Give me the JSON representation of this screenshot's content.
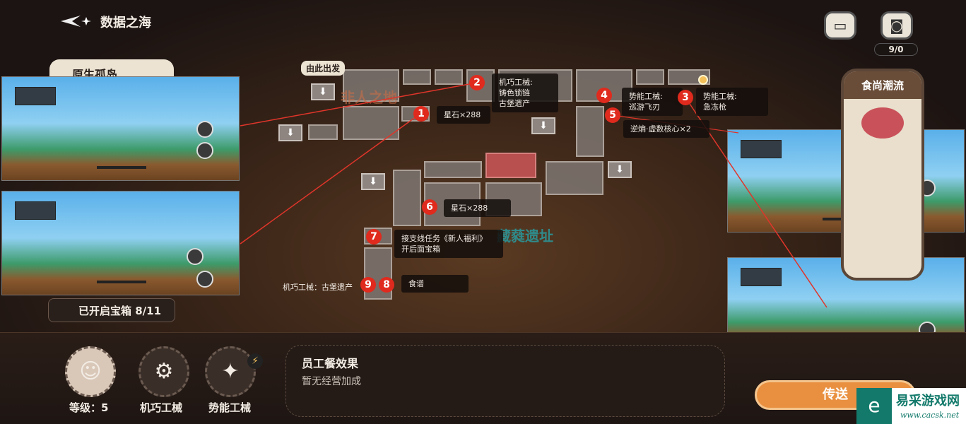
{
  "header": {
    "title": "数据之海"
  },
  "island": {
    "name": "原生孤岛"
  },
  "map": {
    "start_label": "由此出发",
    "areas": [
      "非人之地",
      "藏蕤遗址"
    ],
    "markers": [
      "1",
      "2",
      "3",
      "4",
      "5",
      "6",
      "7",
      "8",
      "9"
    ],
    "callouts": {
      "c1": "星石×288",
      "c2a": "机巧工械:",
      "c2b": "铸色锁链",
      "c2c": "古堡遗产",
      "c4a": "势能工械:",
      "c4b": "巡游飞刃",
      "c5": "逆熵·虚数核心×2",
      "c3a": "势能工械:",
      "c3b": "急冻枪",
      "c6": "星石×288",
      "c7a": "接支线任务《新人福利》",
      "c7b": "开后面宝箱",
      "c8": "食谱",
      "c9": "机巧工械：古堡遗产"
    }
  },
  "top_right": {
    "bag_count": "9/0"
  },
  "food_panel": {
    "title": "食尚潮流"
  },
  "chest_counter": {
    "label": "已开启宝箱",
    "value": "8/11"
  },
  "characters": {
    "level_label": "等级：5",
    "item1": "机巧工械",
    "item2": "势能工械"
  },
  "meal": {
    "title": "员工餐效果",
    "subtitle": "暂无经营加成"
  },
  "actions": {
    "send": "传送"
  },
  "watermark": {
    "name": "易采游戏网",
    "url": "www.cacsk.net"
  },
  "colors": {
    "marker": "#e02a1d",
    "send_button": "#e99040",
    "highlight_room": "#c45454"
  }
}
